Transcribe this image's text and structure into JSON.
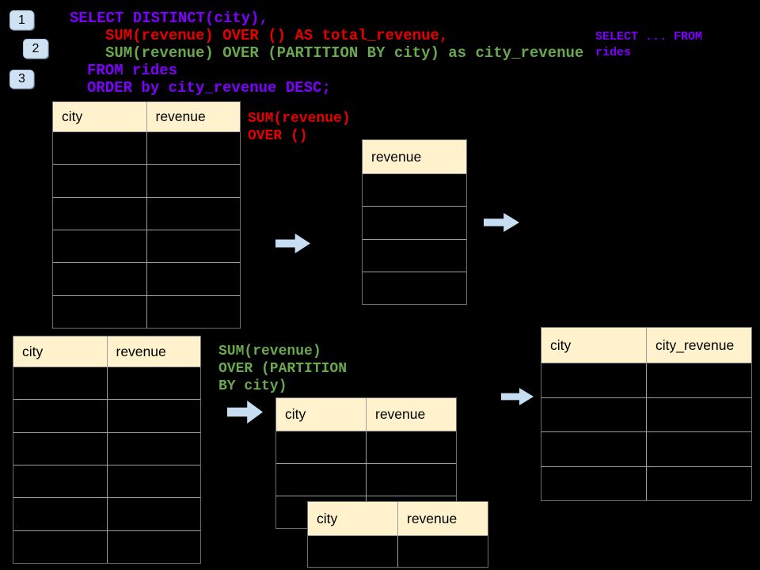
{
  "colors": {
    "purple": "#7f00ff",
    "red": "#e80000",
    "green": "#6aa84f",
    "header_fill": "#fff2cc",
    "arrow_fill": "#c7ddf2",
    "badge_fill": "#cfe2f3",
    "badge_edge": "#a8c3da"
  },
  "badges": [
    {
      "label": "1"
    },
    {
      "label": "2"
    },
    {
      "label": "3"
    }
  ],
  "sql": {
    "lines": [
      {
        "text": "SELECT DISTINCT(city),",
        "color": "purple"
      },
      {
        "text": "SUM(revenue) OVER () AS total_revenue,",
        "color": "red"
      },
      {
        "text": "SUM(revenue) OVER (PARTITION BY city) as city_revenue",
        "color": "green"
      },
      {
        "text": "FROM rides",
        "color": "purple"
      },
      {
        "text": "ORDER by city_revenue DESC;",
        "color": "purple"
      }
    ]
  },
  "note": {
    "lines": [
      "SELECT ... FROM",
      "rides"
    ]
  },
  "label_total": {
    "lines": [
      "SUM(revenue)",
      "OVER ()"
    ]
  },
  "label_partition": {
    "lines": [
      "SUM(revenue)",
      "OVER (PARTITION",
      "BY city)"
    ]
  },
  "tables": {
    "source_top": {
      "headers": [
        "city",
        "revenue"
      ],
      "rows": 6
    },
    "revenue_only": {
      "headers": [
        "revenue"
      ],
      "rows": 4
    },
    "source_bottom": {
      "headers": [
        "city",
        "revenue"
      ],
      "rows": 6
    },
    "partition_back": {
      "headers": [
        "city",
        "revenue"
      ],
      "rows": 3
    },
    "partition_front": {
      "headers": [
        "city",
        "revenue"
      ],
      "rows": 1
    },
    "result": {
      "headers": [
        "city",
        "city_revenue"
      ],
      "rows": 4
    }
  }
}
